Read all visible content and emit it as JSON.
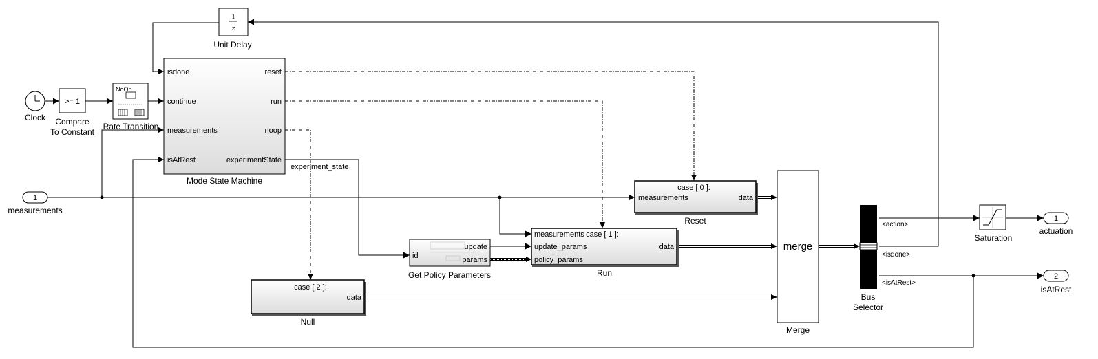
{
  "blocks": {
    "clock": {
      "label": "Clock"
    },
    "compare": {
      "label_line1": "Compare",
      "label_line2": "To Constant",
      "text": ">= 1"
    },
    "rate_transition": {
      "label": "Rate Transition",
      "text": "NoOp"
    },
    "unit_delay": {
      "label": "Unit Delay",
      "num": "1",
      "den": "z"
    },
    "mode_state_machine": {
      "label": "Mode State Machine",
      "inputs": [
        "isdone",
        "continue",
        "measurements",
        "isAtRest"
      ],
      "outputs": [
        "reset",
        "run",
        "noop",
        "experimentState"
      ]
    },
    "in_measurements": {
      "port": "1",
      "label": "measurements"
    },
    "reset": {
      "label": "Reset",
      "case": "case [ 0 ]:",
      "input": "measurements",
      "output": "data"
    },
    "run": {
      "label": "Run",
      "case": "case [ 1 ]:",
      "inputs": [
        "measurements",
        "update_params",
        "policy_params"
      ],
      "output": "data"
    },
    "null": {
      "label": "Null",
      "case": "case [ 2 ]:",
      "output": "data"
    },
    "get_policy": {
      "label": "Get Policy Parameters",
      "input": "id",
      "outputs": [
        "update",
        "params"
      ]
    },
    "merge": {
      "label": "Merge",
      "text": "merge"
    },
    "bus_selector": {
      "label_line1": "Bus",
      "label_line2": "Selector",
      "signals": [
        "<action>",
        "<isdone>",
        "<isAtRest>"
      ]
    },
    "saturation": {
      "label": "Saturation"
    },
    "out_actuation": {
      "port": "1",
      "label": "actuation"
    },
    "out_isatrest": {
      "port": "2",
      "label": "isAtRest"
    }
  },
  "signals": {
    "experiment_state": "experiment_state"
  }
}
